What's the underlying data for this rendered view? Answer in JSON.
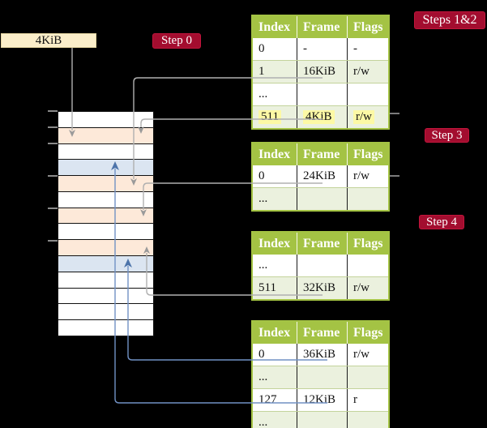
{
  "title": "Page table translation diagram",
  "legend_box": {
    "label": "4KiB"
  },
  "step_labels": [
    {
      "id": "step0",
      "text": "Step 0"
    },
    {
      "id": "steps12",
      "text": "Steps 1&2"
    },
    {
      "id": "step3",
      "text": "Step 3"
    },
    {
      "id": "step4",
      "text": "Step 4"
    }
  ],
  "memory": {
    "rows": [
      "white",
      "orange",
      "white",
      "blue",
      "orange",
      "white",
      "orange",
      "white",
      "orange",
      "blue",
      "white",
      "white",
      "white",
      "white"
    ],
    "tick_y": [
      136,
      156,
      176,
      216,
      256,
      296
    ]
  },
  "tables": [
    {
      "name": "page-table-level-1",
      "headers": [
        "Index",
        "Frame",
        "Flags"
      ],
      "rows": [
        {
          "cells": [
            "0",
            "-",
            "-"
          ],
          "shade": false,
          "highlight": false
        },
        {
          "cells": [
            "1",
            "16KiB",
            "r/w"
          ],
          "shade": true,
          "highlight": false
        },
        {
          "cells": [
            "...",
            "",
            ""
          ],
          "shade": false,
          "highlight": false
        },
        {
          "cells": [
            "511",
            "4KiB",
            "r/w"
          ],
          "shade": true,
          "highlight": true
        }
      ]
    },
    {
      "name": "page-table-step-3",
      "headers": [
        "Index",
        "Frame",
        "Flags"
      ],
      "rows": [
        {
          "cells": [
            "0",
            "24KiB",
            "r/w"
          ],
          "shade": false,
          "highlight": false
        },
        {
          "cells": [
            "...",
            "",
            ""
          ],
          "shade": true,
          "highlight": false
        }
      ]
    },
    {
      "name": "page-table-step-4",
      "headers": [
        "Index",
        "Frame",
        "Flags"
      ],
      "rows": [
        {
          "cells": [
            "...",
            "",
            ""
          ],
          "shade": false,
          "highlight": false
        },
        {
          "cells": [
            "511",
            "32KiB",
            "r/w"
          ],
          "shade": true,
          "highlight": false
        }
      ]
    },
    {
      "name": "page-table-final",
      "headers": [
        "Index",
        "Frame",
        "Flags"
      ],
      "rows": [
        {
          "cells": [
            "0",
            "36KiB",
            "r/w"
          ],
          "shade": false,
          "highlight": false
        },
        {
          "cells": [
            "...",
            "",
            ""
          ],
          "shade": true,
          "highlight": false
        },
        {
          "cells": [
            "127",
            "12KiB",
            "r"
          ],
          "shade": false,
          "highlight": false
        },
        {
          "cells": [
            "...",
            "",
            ""
          ],
          "shade": true,
          "highlight": false
        }
      ]
    }
  ],
  "colors": {
    "cream": "#fbeeca",
    "cream_border": "#e3d3a0",
    "label_red": "#a30d2f",
    "table_green": "#a4c344",
    "table_shade": "#ebf1de",
    "highlight_yellow": "#fcf9a5",
    "mem_white": "#ffffff",
    "mem_orange": "#fde9d9",
    "mem_blue": "#dbe5f1",
    "line_gray": "#b0b0b0",
    "arrow_gray": "#9a9a9a",
    "line_blue": "#7191c4",
    "arrow_blue": "#4d74aa"
  }
}
